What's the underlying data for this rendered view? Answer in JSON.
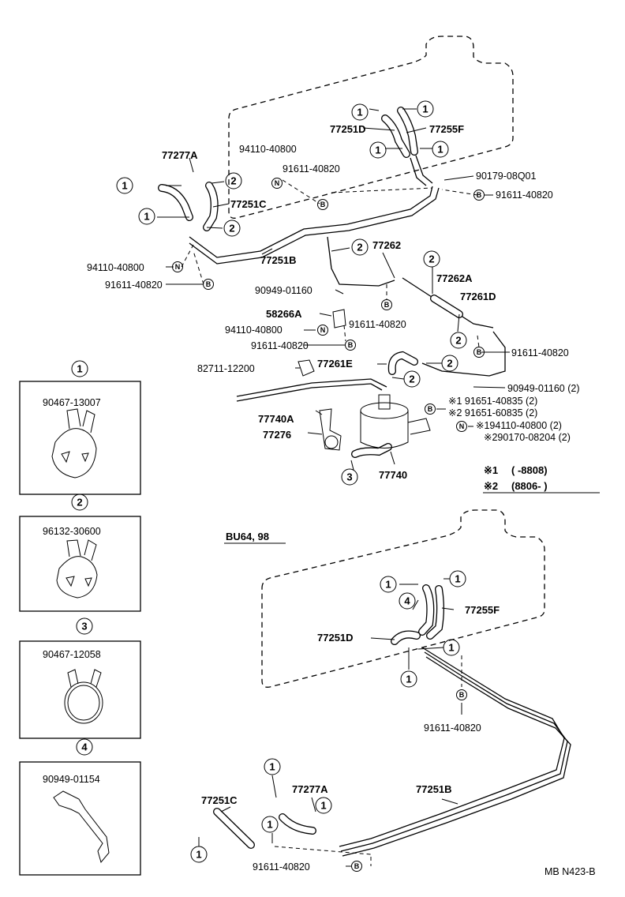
{
  "top_section": {
    "parts": {
      "p77277A": "77277A",
      "p94110_40800_a": "94110-40800",
      "p91611_40820_a": "91611-40820",
      "p77251D": "77251D",
      "p77255F": "77255F",
      "p90179_08Q01": "90179-08Q01",
      "p91611_40820_b": "91611-40820",
      "p77251C": "77251C",
      "p77251B": "77251B",
      "p94110_40800_b": "94110-40800",
      "p91611_40820_c": "91611-40820",
      "p77262": "77262",
      "p90949_01160_a": "90949-01160",
      "p77262A": "77262A",
      "p58266A": "58266A",
      "p77261D": "77261D",
      "p91611_40820_d": "91611-40820",
      "p94110_40800_c": "94110-40800",
      "p91611_40820_e": "91611-40820",
      "p91611_40820_f": "91611-40820",
      "p82711_12200": "82711-12200",
      "p77261E": "77261E",
      "p90949_01160_b": "90949-01160 (2)",
      "p91651_40835": "※1 91651-40835 (2)",
      "p91651_60835": "※2 91651-60835 (2)",
      "p94110_40800_d": "※194110-40800 (2)",
      "p90170_08204": "※290170-08204 (2)",
      "p77740A": "77740A",
      "p77276": "77276",
      "p77740": "77740"
    },
    "footnotes": {
      "note1_mark": "※1",
      "note1_range": "(        -8808)",
      "note2_mark": "※2",
      "note2_range": "(8806-        )"
    }
  },
  "bottom_section": {
    "title": "BU64, 98",
    "parts": {
      "p77255F": "77255F",
      "p77251D": "77251D",
      "p91611_40820_a": "91611-40820",
      "p77251C": "77251C",
      "p77277A": "77277A",
      "p77251B": "77251B",
      "p91611_40820_b": "91611-40820"
    }
  },
  "legend_boxes": [
    {
      "key": "1",
      "part": "90467-13007"
    },
    {
      "key": "2",
      "part": "96132-30600"
    },
    {
      "key": "3",
      "part": "90467-12058"
    },
    {
      "key": "4",
      "part": "90949-01154"
    }
  ],
  "callouts": {
    "one": "1",
    "two": "2",
    "three": "3",
    "four": "4",
    "B": "B",
    "N": "N"
  },
  "diagram_code": "MB N423-B"
}
